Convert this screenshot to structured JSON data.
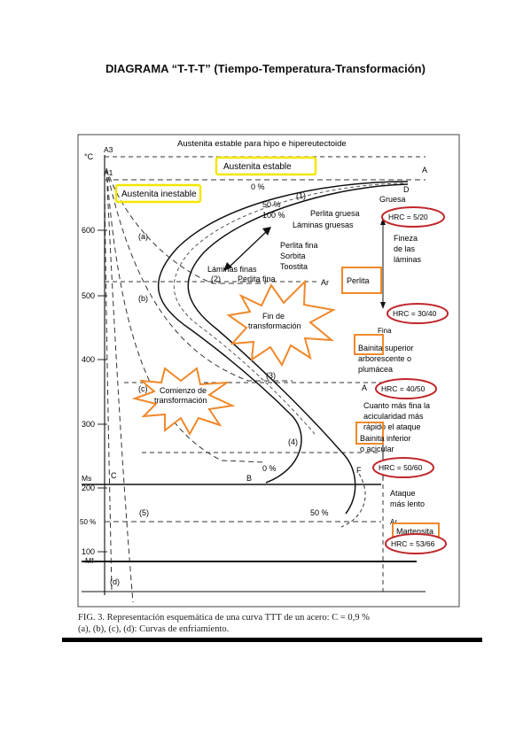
{
  "title": "DIAGRAMA “T-T-T” (Tiempo-Temperatura-Transformación)",
  "diagram": {
    "top_label": "Austenita estable para hipo e hipereutectoide",
    "unit": "°C",
    "axis_ticks": [
      "600",
      "500",
      "400",
      "300",
      "200",
      "100"
    ],
    "marks": {
      "A3": "A3",
      "A1": "A1",
      "Ms": "Ms",
      "Mf": "Mf",
      "pct50": "50 %",
      "A": "A",
      "D": "D",
      "C": "C",
      "B": "B",
      "F": "F",
      "Ar1": "Ar",
      "Ar2": "A",
      "Ar3": "Ar"
    },
    "boxes": {
      "austenita_estable": "Austenita estable",
      "austenita_inestable": "Austenita inestable",
      "perlita": "Perlita",
      "bainita_superior": "Bainita superior",
      "arborescente": "arborescente o",
      "plumacea": "plumácea",
      "bainita_inferior": "Bainita inferior",
      "acicular": "o acicular",
      "martensita": "Martensita"
    },
    "curve_labels": {
      "pct0_top": "0 %",
      "pct50_top": "50 %",
      "pct100_top": "100 %",
      "one": "(1)",
      "two": "(2)",
      "three": "(3)",
      "four": "(4)",
      "five": "(5)",
      "pct0_low": "0 %",
      "pct50_low": "50 %",
      "gruesa": "Gruesa",
      "perlita_gruesa": "Perlita gruesa",
      "laminas_gruesas": "Láminas gruesas",
      "perlita_fina_1": "Perlita fina",
      "sorbita": "Sorbita",
      "toostita": "Toostita",
      "laminas_finas": "Láminas finas",
      "perlita_fina_2": "Perlita fina",
      "fina": "Fina",
      "fineza_1": "Fineza",
      "fineza_2": "de las",
      "fineza_3": "láminas",
      "cuanto_1": "Cuanto más fina la",
      "cuanto_2": "acicularidad más",
      "cuanto_3": "rápido el ataque",
      "ataque_1": "Ataque",
      "ataque_2": "más lento"
    },
    "cooling": {
      "a": "(a)",
      "b": "(b)",
      "c": "(c)",
      "d": "(d)"
    },
    "bursts": {
      "fin_1": "Fin de",
      "fin_2": "transformación",
      "comienzo_1": "Comienzo de",
      "comienzo_2": "transformación"
    },
    "hardness": {
      "h1": "HRC = 5/20",
      "h2": "HRC = 30/40",
      "h3": "HRC = 40/50",
      "h4": "HRC = 50/60",
      "h5": "HRC = 53/66"
    }
  },
  "caption": {
    "line1": "FIG. 3. Representación esquemática de una curva TTT de un acero: C = 0,9 %",
    "line2": "(a), (b), (c), (d): Curvas de enfriamiento."
  },
  "colors": {
    "yellow": "#f2e600",
    "orange": "#f0882a",
    "red": "#c0262a"
  }
}
